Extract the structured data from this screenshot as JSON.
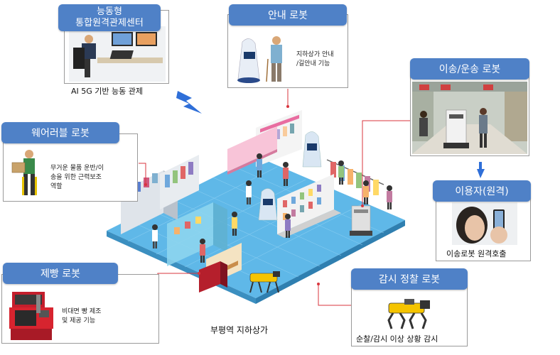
{
  "control_center": {
    "title_line1": "능동형",
    "title_line2": "통합원격관제센터",
    "caption": "AI 5G 기반 능동 관제"
  },
  "guide_robot": {
    "title": "안내 로봇",
    "desc_line1": "지하상가 안내",
    "desc_line2": "/길안내 기능"
  },
  "transport_robot": {
    "title": "이송/운송 로봇"
  },
  "wearable_robot": {
    "title": "웨어러블 로봇",
    "desc_line1": "무거운 물품 운반/이",
    "desc_line2": "송을 위한 근력보조",
    "desc_line3": "역할"
  },
  "remote_user": {
    "title": "이용자(원격)",
    "caption": "이송로봇 원격호출"
  },
  "bakery_robot": {
    "title": "제빵 로봇",
    "desc_line1": "비대면 빵 제조",
    "desc_line2": "및 제공 기능"
  },
  "patrol_robot": {
    "title": "감시 정찰 로봇",
    "caption": "순찰/감시 이상 상황 감시"
  },
  "center": {
    "label": "부평역 지하상가"
  },
  "colors": {
    "header": "#4f81c7",
    "connector": "#d9363e",
    "floor": "#5fb8e8",
    "arrow": "#2f6fd8"
  }
}
